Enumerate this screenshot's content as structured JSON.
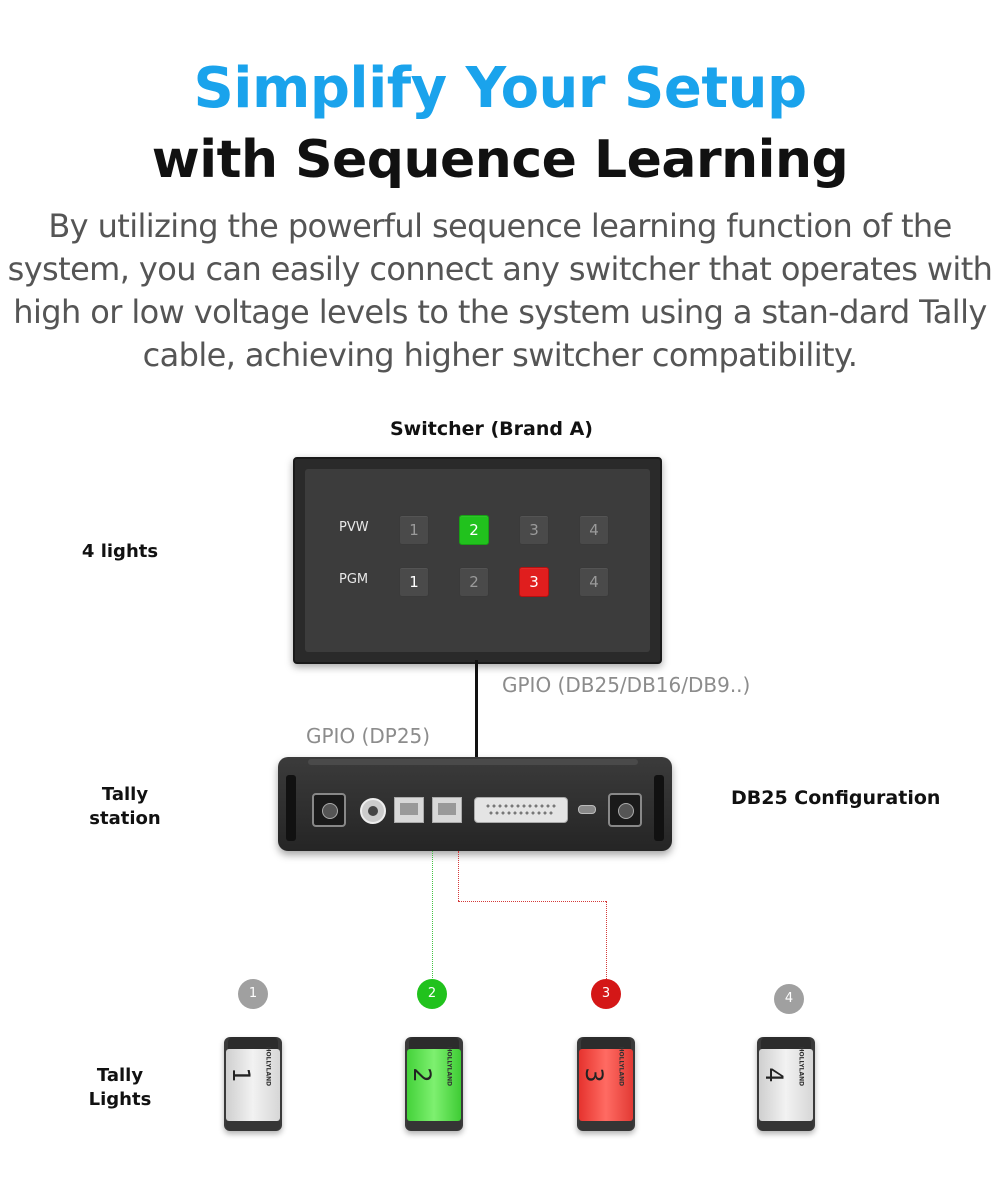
{
  "header": {
    "title_line1": "Simplify Your Setup",
    "title_line2": "with Sequence Learning",
    "description": "By utilizing the powerful sequence learning function of the system, you can easily connect any switcher that operates with high or low voltage levels to the system using a stan-dard Tally cable, achieving higher switcher compatibility."
  },
  "diagram": {
    "switcher_label": "Switcher (Brand A)",
    "lights_label": "4 lights",
    "pvw_label": "PVW",
    "pgm_label": "PGM",
    "pvw_keys": [
      "1",
      "2",
      "3",
      "4"
    ],
    "pgm_keys": [
      "1",
      "2",
      "3",
      "4"
    ],
    "pvw_active": "2",
    "pgm_active": "3",
    "gpio_switcher_label": "GPIO (DB25/DB16/DB9..)",
    "gpio_station_label": "GPIO (DP25)",
    "station_label": "Tally station",
    "db25_label": "DB25 Configuration",
    "tally_lights_label": "Tally Lights",
    "badges": [
      "1",
      "2",
      "3",
      "4"
    ],
    "tally_numbers": [
      "1",
      "2",
      "3",
      "4"
    ],
    "tally_brand": "HOLLYLAND",
    "colors": {
      "accent": "#1aa3ec",
      "green": "#21c21d",
      "red": "#e01e1e",
      "grey": "#9e9e9e"
    }
  }
}
